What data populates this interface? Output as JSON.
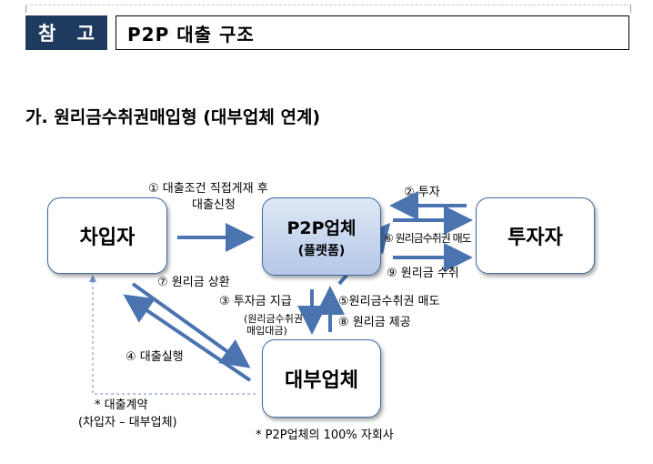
{
  "header": {
    "badge": "참 고",
    "title": "P2P 대출 구조"
  },
  "subtitle": "가. 원리금수취권매입형 (대부업체 연계)",
  "nodes": {
    "borrower": "차입자",
    "platform": "P2P업체",
    "platform_sub": "(플랫폼)",
    "investor": "투자자",
    "lender": "대부업체"
  },
  "flows": {
    "f1_line1": "① 대출조건 직접게재 후",
    "f1_line2": "대출신청",
    "f2": "② 투자",
    "f6": "⑥ 원리금수취권 매도",
    "f9": "⑨ 원리금 수취",
    "f7": "⑦ 원리금 상환",
    "f3": "③ 투자금 지급",
    "f3_note_line1": "(원리금수취권",
    "f3_note_line2": "매입대금)",
    "f5": "⑤원리금수취권 매도",
    "f8": "⑧ 원리금 제공",
    "f4": "④ 대출실행",
    "contract_line1": "* 대출계약",
    "contract_line2": "(차입자 – 대부업체)",
    "footnote": "* P2P업체의 100% 자회사"
  },
  "colors": {
    "badge_bg": "#1f3a5f",
    "box_border": "#3f6aa1",
    "arrow": "#4a73b0",
    "platform_fill": "#b4c7e7",
    "dashed_line": "#6d8fc4"
  }
}
